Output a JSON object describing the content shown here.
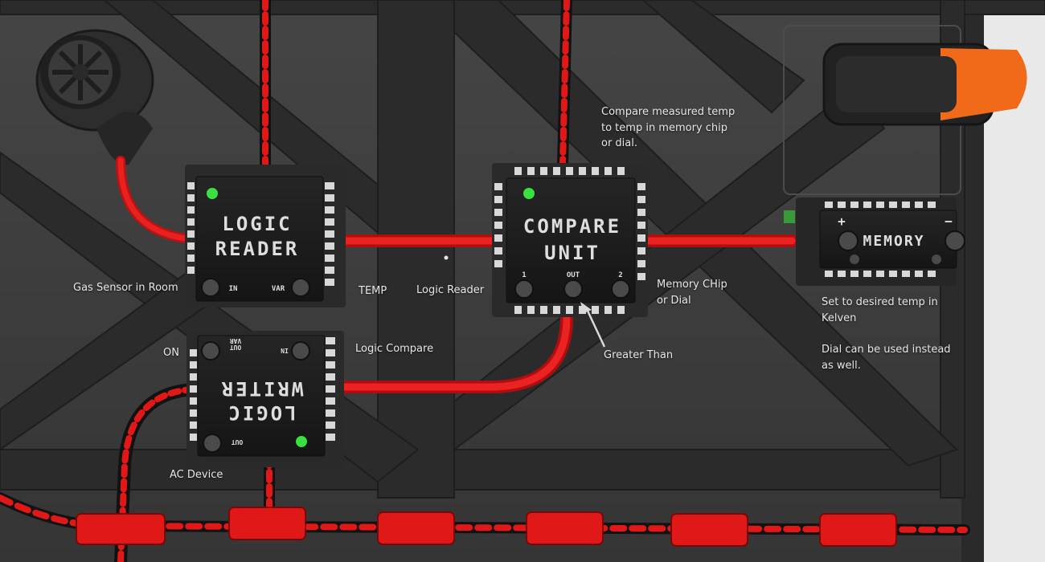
{
  "chips": {
    "logic_reader": {
      "title_line1": "LOGIC",
      "title_line2": "READER",
      "port_in": "IN",
      "port_var": "VAR"
    },
    "logic_writer": {
      "title_line1": "LOGIC",
      "title_line2": "WRITER",
      "port_out": "OUT",
      "port_var": "VAR",
      "port_out_var": "OUT",
      "port_in": "IN"
    },
    "compare_unit": {
      "title_line1": "COMPARE",
      "title_line2": "UNIT",
      "port_1": "1",
      "port_out": "OUT",
      "port_2": "2"
    },
    "memory": {
      "title": "MEMORY",
      "plus": "+",
      "minus": "−"
    }
  },
  "annotations": {
    "gas_sensor": "Gas Sensor in Room",
    "on": "ON",
    "ac_device": "AC Device",
    "temp": "TEMP",
    "logic_reader": "Logic Reader",
    "logic_compare": "Logic Compare",
    "compare_desc": "Compare measured temp to temp in memory chip or dial.",
    "memory_chip": "Memory CHip or Dial",
    "greater_than": "Greater Than",
    "set_temp": "Set to desired temp in Kelven",
    "dial_note": "Dial can be used instead as well."
  },
  "colors": {
    "wall": "#3c3c3c",
    "strut": "#2a2a2a",
    "chip_body": "#1d1d1d",
    "wire_red": "#e01818",
    "led_green": "#39e040",
    "orange_cap": "#f06a1a"
  }
}
